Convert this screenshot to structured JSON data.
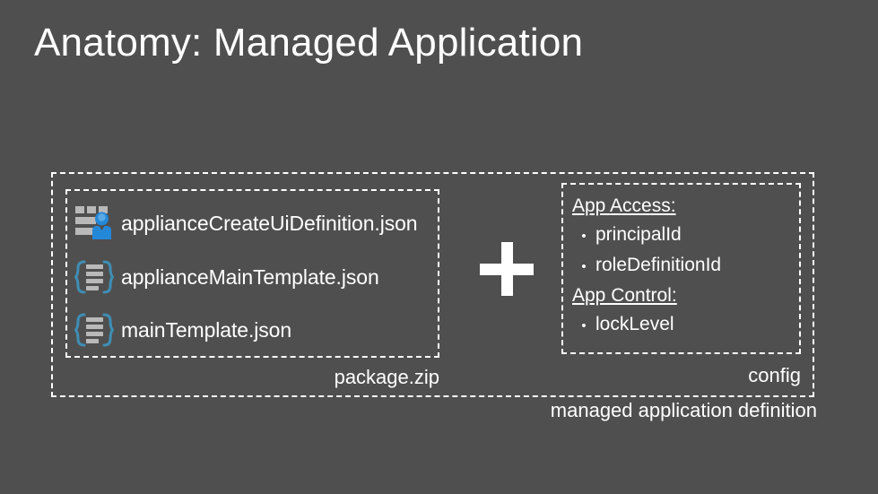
{
  "slide": {
    "title": "Anatomy: Managed Application",
    "background_color": "#4f4f4f",
    "text_color": "#ffffff"
  },
  "outer_container": {
    "label": "managed application definition"
  },
  "package": {
    "label": "package.zip",
    "files": [
      {
        "name": "applianceCreateUiDefinition.json",
        "icon": "ui-definition-icon",
        "icon_accent": "#2488d8"
      },
      {
        "name": "applianceMainTemplate.json",
        "icon": "json-file-icon",
        "icon_accent": "#3f8eb4"
      },
      {
        "name": "mainTemplate.json",
        "icon": "json-file-icon",
        "icon_accent": "#3f8eb4"
      }
    ]
  },
  "operator": {
    "symbol": "plus"
  },
  "config": {
    "label": "config",
    "groups": [
      {
        "heading": "App Access:",
        "items": [
          "principalId",
          "roleDefinitionId"
        ]
      },
      {
        "heading": "App Control:",
        "items": [
          "lockLevel"
        ]
      }
    ],
    "bullet_glyph": "•"
  }
}
